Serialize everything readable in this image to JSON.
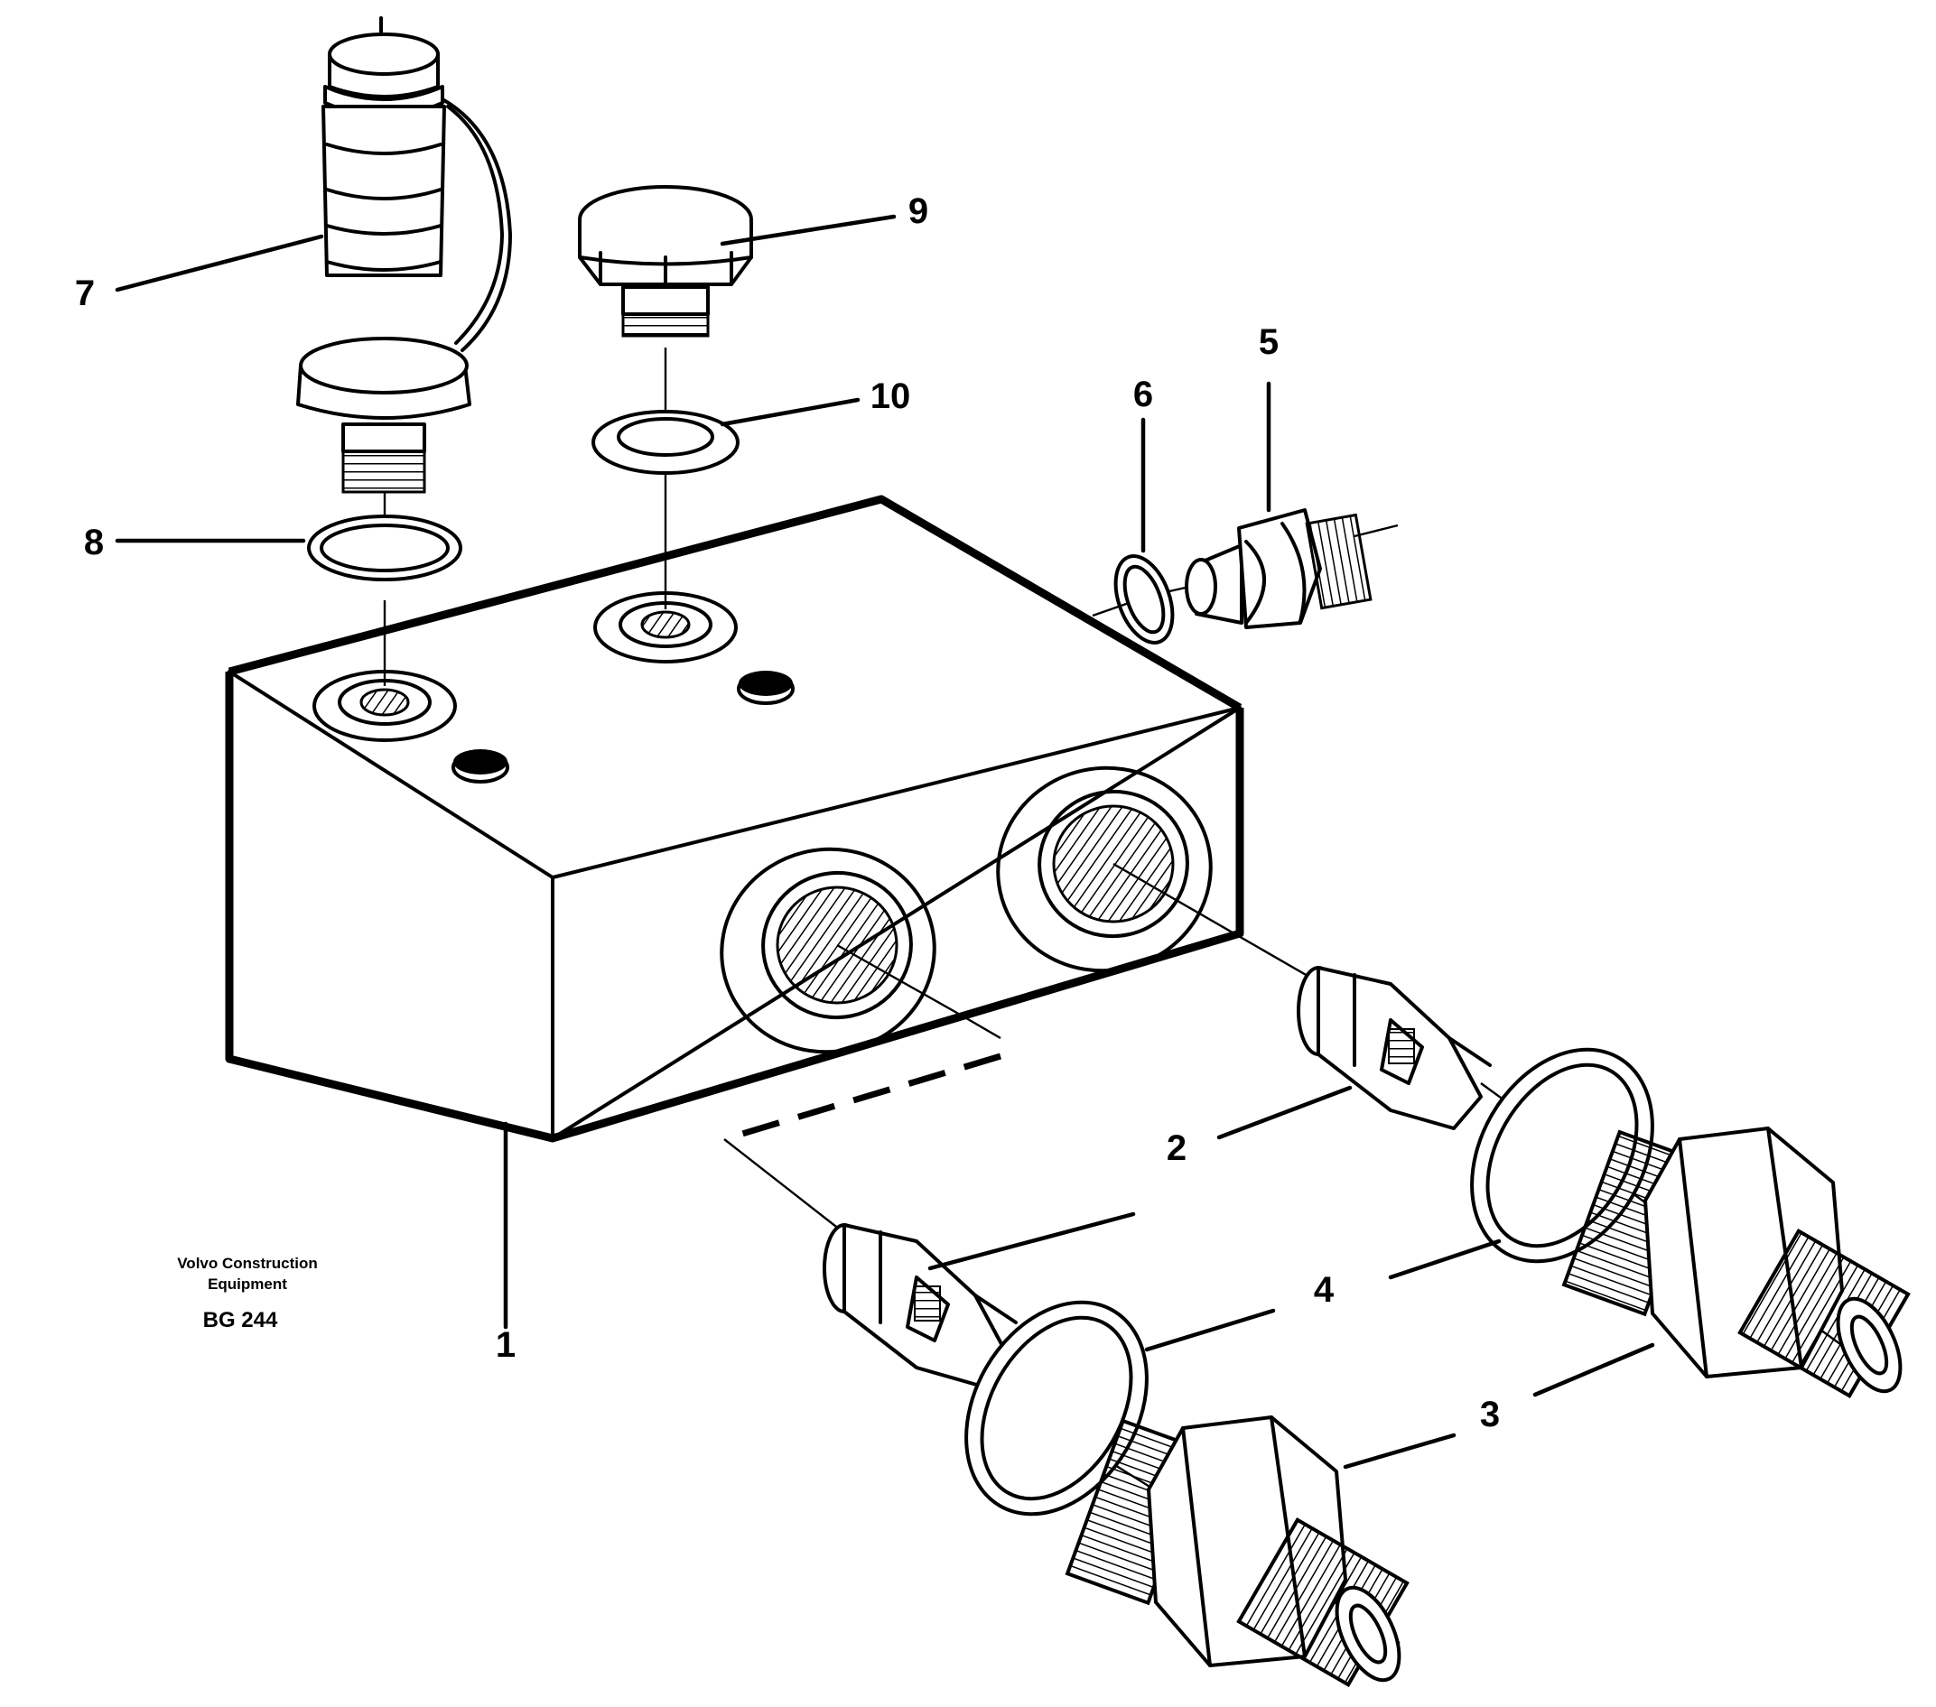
{
  "diagram": {
    "callouts": [
      "1",
      "2",
      "3",
      "4",
      "5",
      "6",
      "7",
      "8",
      "9",
      "10"
    ],
    "credit_line1": "Volvo Construction",
    "credit_line2": "Equipment",
    "drawing_code": "BG 244"
  }
}
